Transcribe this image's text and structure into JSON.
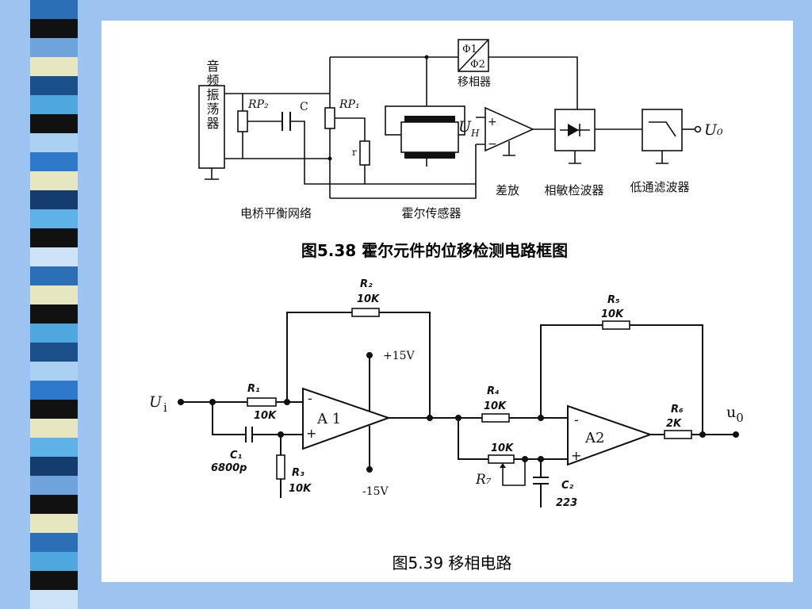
{
  "theme": {
    "background": "#9dc3f1",
    "panel": "#ffffff",
    "ink": "#111111"
  },
  "decor": {
    "stripe_colors": [
      "#2b6fb7",
      "#111111",
      "#6fa3dc",
      "#e6e6c0",
      "#1a4f8a",
      "#4fa7e0",
      "#111111",
      "#a8d1f2",
      "#2e79c9",
      "#e6e6c0",
      "#143d6e",
      "#5fb2e6",
      "#111111",
      "#cfe3f7",
      "#2b6fb7",
      "#e6e6c0",
      "#111111",
      "#4fa7e0",
      "#1a4f8a",
      "#a8d1f2",
      "#2e79c9",
      "#111111",
      "#e6e6c0",
      "#5fb2e6",
      "#143d6e",
      "#6fa3dc",
      "#111111",
      "#e6e6c0",
      "#2b6fb7",
      "#4fa7e0",
      "#111111",
      "#cfe3f7"
    ]
  },
  "figure1": {
    "caption": "图5.38  霍尔元件的位移检测电路框图",
    "oscillator": "音频振荡器",
    "rp2": "RP₂",
    "c": "C",
    "rp1": "RP₁",
    "r": "r",
    "phase_top": "Φ1",
    "phase_bottom": "Φ2",
    "phase_shifter": "移相器",
    "uh_main": "U",
    "uh_sub": "H",
    "plus": "+",
    "minus": "−",
    "diff_amp": "差放",
    "phase_detector": "相敏检波器",
    "lowpass": "低通滤波器",
    "output": "U₀",
    "bridge": "电桥平衡网络",
    "hall_sensor": "霍尔传感器"
  },
  "figure2": {
    "caption": "图5.39   移相电路",
    "r2": "R₂",
    "r2_val": "10K",
    "vplus": "+15V",
    "vminus": "-15V",
    "r5": "R₅",
    "r5_val": "10K",
    "ui": "U",
    "ui_sub": "i",
    "r1": "R₁",
    "r1_val": "10K",
    "a1": "A 1",
    "a1_minus": "-",
    "a1_plus": "+",
    "r4": "R₄",
    "r4_val": "10K",
    "a2": "A2",
    "a2_minus": "-",
    "a2_plus": "+",
    "r6": "R₆",
    "r6_val": "2K",
    "uo": "u",
    "uo_sub": "0",
    "c1": "C₁",
    "c1_val": "6800p",
    "r3": "R₃",
    "r3_val": "10K",
    "r7_val": "10K",
    "r7": "R₇",
    "c2": "C₂",
    "c2_val": "223"
  }
}
